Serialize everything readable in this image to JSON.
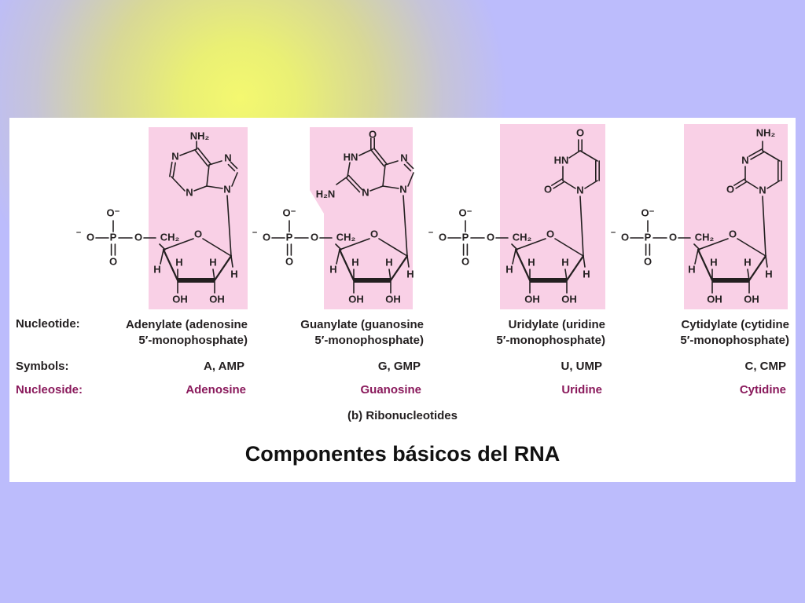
{
  "labels": {
    "nucleotide": "Nucleotide:",
    "symbols": "Symbols:",
    "nucleoside": "Nucleoside:"
  },
  "nucleotides": [
    {
      "name_line1": "Adenylate (adenosine",
      "name_line2": "5′-monophosphate)",
      "symbols": "A,  AMP",
      "nucleoside": "Adenosine"
    },
    {
      "name_line1": "Guanylate (guanosine",
      "name_line2": "5′-monophosphate)",
      "symbols": "G,  GMP",
      "nucleoside": "Guanosine"
    },
    {
      "name_line1": "Uridylate (uridine",
      "name_line2": "5′-monophosphate)",
      "symbols": "U,  UMP",
      "nucleoside": "Uridine"
    },
    {
      "name_line1": "Cytidylate (cytidine",
      "name_line2": "5′-monophosphate)",
      "symbols": "C,  CMP",
      "nucleoside": "Cytidine"
    }
  ],
  "atoms": {
    "o_minus": "O⁻",
    "minus": "⁻",
    "o": "O",
    "p": "P",
    "ch2": "CH₂",
    "h": "H",
    "oh": "OH",
    "n": "N",
    "hn": "HN",
    "nh2": "NH₂",
    "h2n": "H₂N"
  },
  "caption": "(b) Ribonucleotides",
  "title": "Componentes básicos del RNA",
  "colors": {
    "highlight": "#f9d0e6",
    "nucleoside_text": "#8a1a5c",
    "background_blue": "#bcbcfc",
    "background_glow": "#f4f870"
  }
}
